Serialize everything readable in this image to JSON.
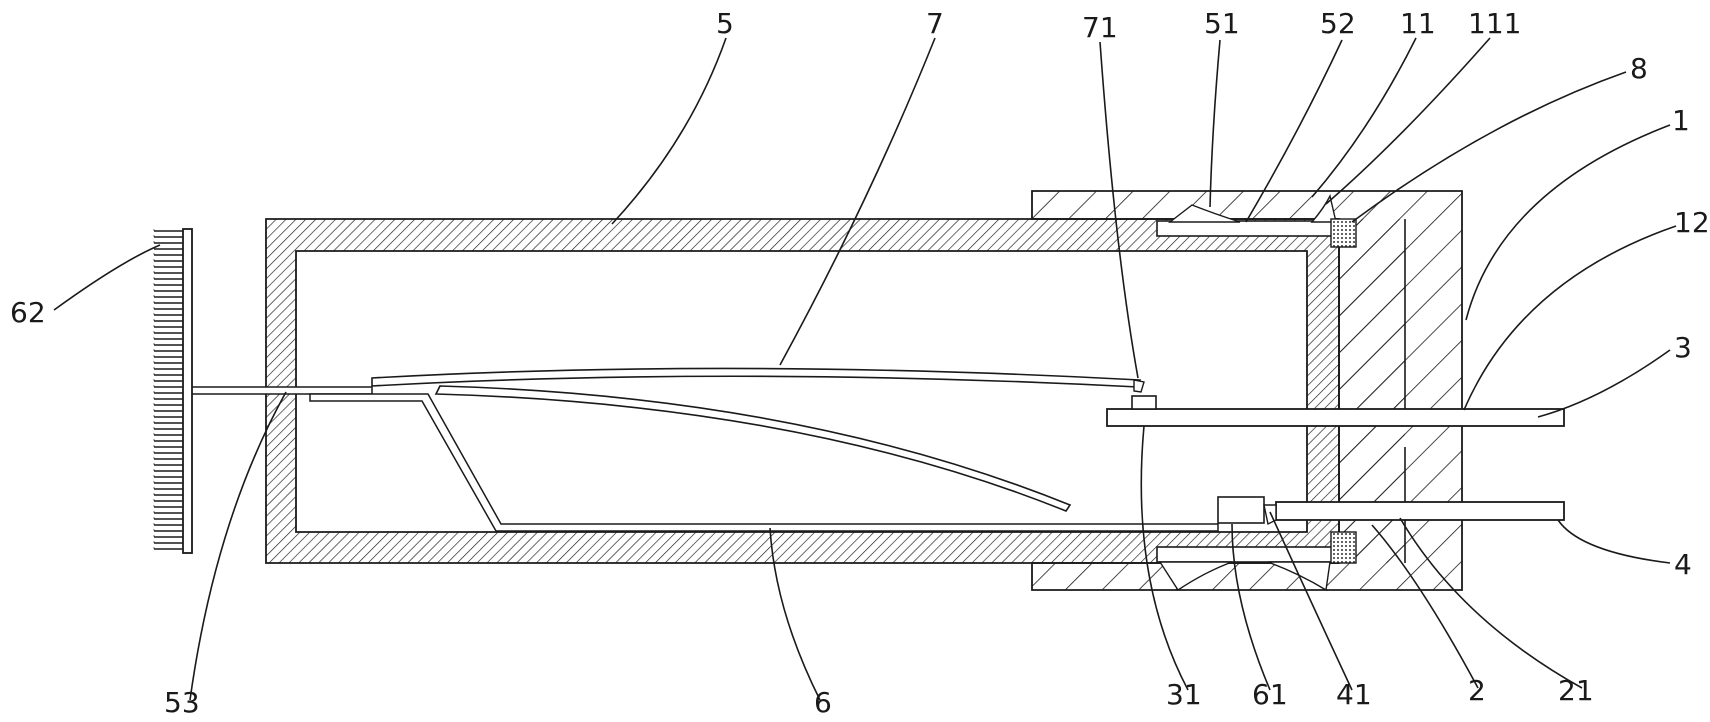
{
  "labels": {
    "l5": "5",
    "l7": "7",
    "l71": "71",
    "l51": "51",
    "l52": "52",
    "l11": "11",
    "l111": "111",
    "l8": "8",
    "l1": "1",
    "l12": "12",
    "l3": "3",
    "l62": "62",
    "l4": "4",
    "l53": "53",
    "l6": "6",
    "l31": "31",
    "l61": "61",
    "l41": "41",
    "l2": "2",
    "l21": "21"
  }
}
